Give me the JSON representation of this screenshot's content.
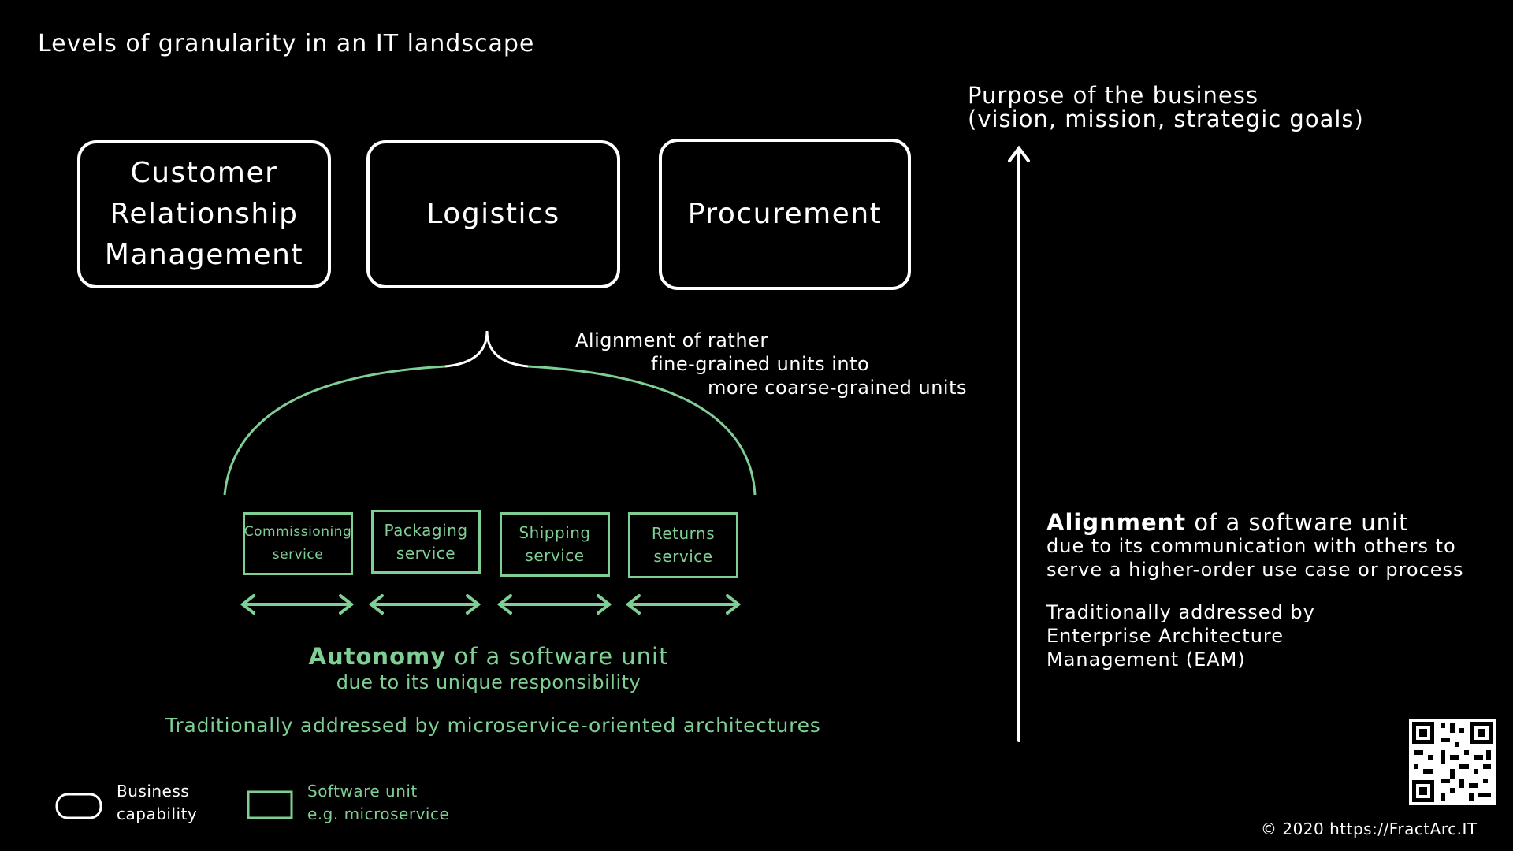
{
  "title": "Levels of granularity in an IT landscape",
  "business_capabilities": [
    {
      "label": "Customer\nRelationship\nManagement"
    },
    {
      "label": "Logistics"
    },
    {
      "label": "Procurement"
    }
  ],
  "alignment_note": {
    "line1": "Alignment of rather",
    "line2": "fine-grained units into",
    "line3": "more coarse-grained units"
  },
  "services": [
    {
      "label": "Commissioning\nservice"
    },
    {
      "label": "Packaging\nservice"
    },
    {
      "label": "Shipping\nservice"
    },
    {
      "label": "Returns\nservice"
    }
  ],
  "autonomy": {
    "bold": "Autonomy",
    "rest": " of a software unit",
    "line2": "due to its unique responsibility",
    "traditional": "Traditionally addressed by microservice-oriented architectures"
  },
  "purpose": {
    "line1": "Purpose of the business",
    "line2": "(vision, mission, strategic goals)"
  },
  "alignment_right": {
    "bold": "Alignment",
    "rest": " of a software unit",
    "line2": "due to its communication with others to",
    "line3": "serve a higher-order use case or process",
    "traditional": "Traditionally addressed by\nEnterprise Architecture\nManagement (EAM)"
  },
  "legend": {
    "business": "Business\ncapability",
    "software": "Software unit\ne.g. microservice"
  },
  "footer": "© 2020 https://FractArc.IT",
  "colors": {
    "background": "#000000",
    "white": "#ffffff",
    "green": "#7fcf95"
  }
}
